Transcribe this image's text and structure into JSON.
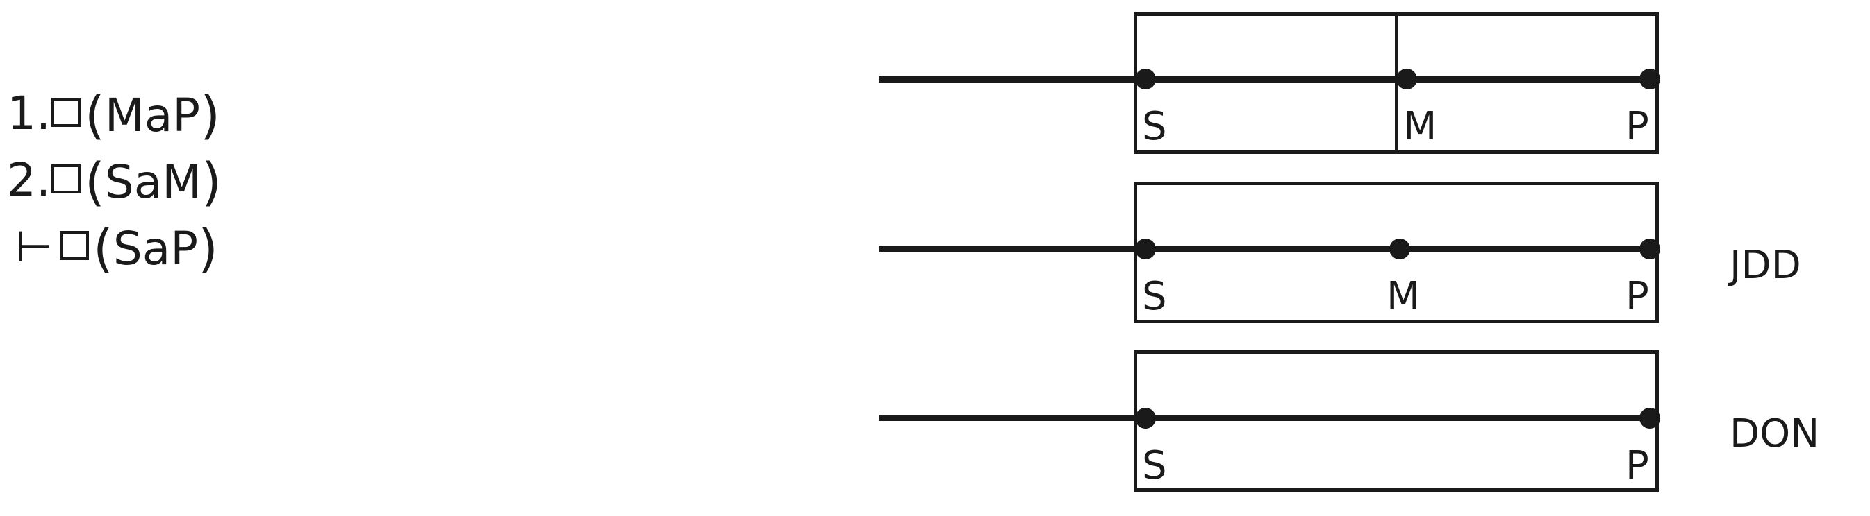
{
  "argument": {
    "lines": [
      {
        "index": "1.",
        "operator": "box-modal-necessity",
        "formula_open": "(",
        "formula": "MaP",
        "formula_close": ")"
      },
      {
        "index": "2.",
        "operator": "box-modal-necessity",
        "formula_open": "(",
        "formula": "SaM",
        "formula_close": ")"
      },
      {
        "index": "⊢",
        "operator": "box-modal-necessity",
        "formula_open": "(",
        "formula": "SaP",
        "formula_close": ")"
      }
    ]
  },
  "diagrams": [
    {
      "name": "",
      "terms": [
        "S",
        "M",
        "P"
      ],
      "has_divider": true,
      "divider_at": "M",
      "dots": [
        "S",
        "M",
        "P"
      ],
      "label_align": [
        "left",
        "left",
        "right"
      ]
    },
    {
      "name": "JDD",
      "terms": [
        "S",
        "M",
        "P"
      ],
      "has_divider": false,
      "divider_at": "",
      "dots": [
        "S",
        "M",
        "P"
      ],
      "label_align": [
        "left",
        "center",
        "right"
      ]
    },
    {
      "name": "DON",
      "terms": [
        "S",
        "P"
      ],
      "has_divider": false,
      "divider_at": "",
      "dots": [
        "S",
        "P"
      ],
      "label_align": [
        "left",
        "right"
      ]
    }
  ],
  "colors": {
    "ink": "#1a1a1a",
    "background": "#ffffff"
  }
}
